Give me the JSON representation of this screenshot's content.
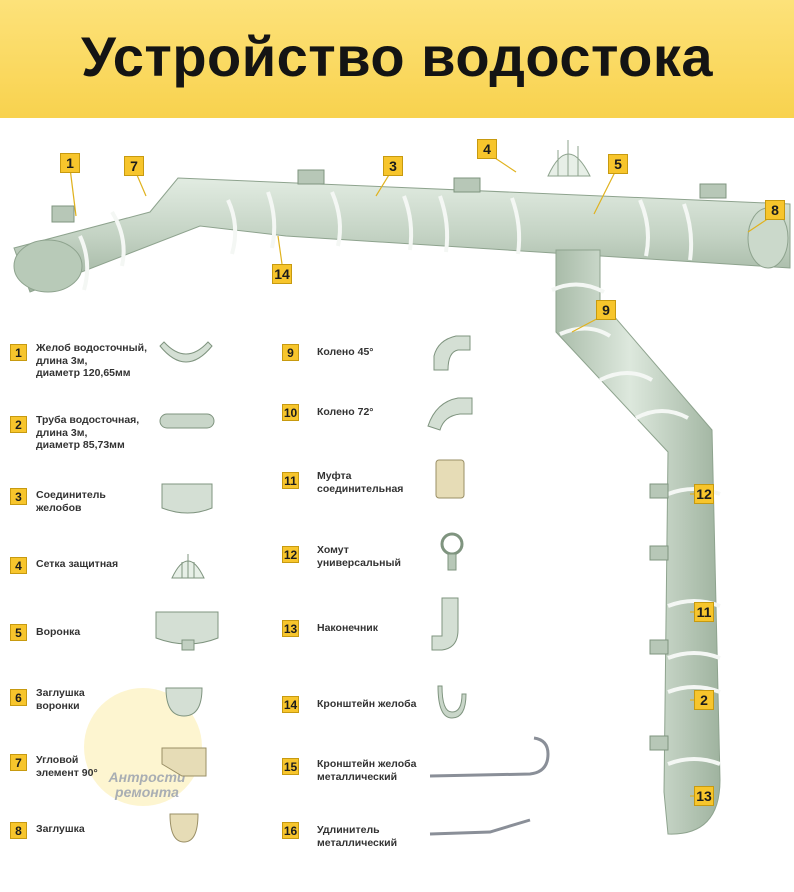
{
  "title": "Устройство водостока",
  "diagram_badges": [
    "1",
    "7",
    "3",
    "4",
    "5",
    "8",
    "14",
    "9",
    "12",
    "11",
    "2",
    "13"
  ],
  "items": [
    {
      "num": "1",
      "label": "Желоб водосточный,\nдлина 3м,\nдиаметр 120,65мм"
    },
    {
      "num": "2",
      "label": "Труба водосточная,\nдлина 3м,\nдиаметр 85,73мм"
    },
    {
      "num": "3",
      "label": "Соединитель\nжелобов"
    },
    {
      "num": "4",
      "label": "Сетка защитная"
    },
    {
      "num": "5",
      "label": "Воронка"
    },
    {
      "num": "6",
      "label": "Заглушка\nворонки"
    },
    {
      "num": "7",
      "label": "Угловой\nэлемент 90°"
    },
    {
      "num": "8",
      "label": "Заглушка"
    },
    {
      "num": "9",
      "label": "Колено 45°"
    },
    {
      "num": "10",
      "label": "Колено 72°"
    },
    {
      "num": "11",
      "label": "Муфта\nсоединительная"
    },
    {
      "num": "12",
      "label": "Хомут\nуниверсальный"
    },
    {
      "num": "13",
      "label": "Наконечник"
    },
    {
      "num": "14",
      "label": "Кронштейн желоба"
    },
    {
      "num": "15",
      "label": "Кронштейн желоба\nметаллический"
    },
    {
      "num": "16",
      "label": "Удлинитель\nметаллический"
    }
  ],
  "watermark": "Антрости\nремонта",
  "colors": {
    "header": "#f8d24e",
    "badge": "#f7c52c",
    "pipe": "#c9d8c9",
    "pipe_dark": "#9fb39f"
  }
}
